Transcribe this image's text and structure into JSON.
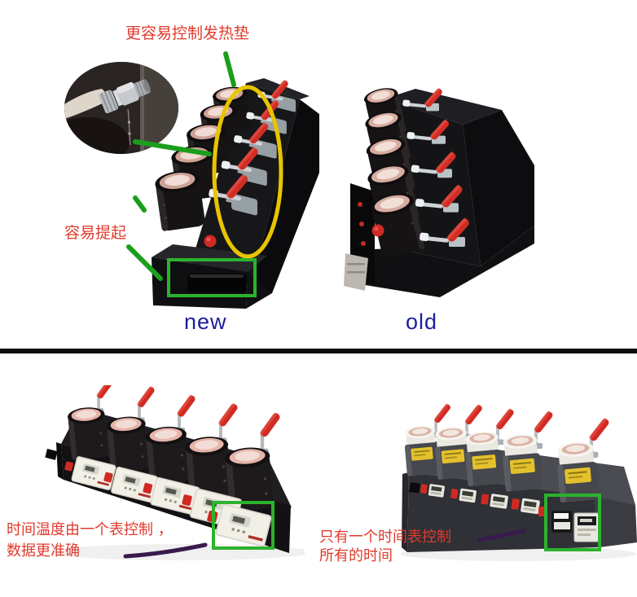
{
  "annotations": {
    "heat_pad_label": "更容易控制发热垫",
    "easy_lift_label": "容易提起",
    "new_machine_label": "new",
    "old_machine_label": "old",
    "bottom_left_line1": "时间温度由一个表控制 ，",
    "bottom_left_line2": "数据更准确",
    "bottom_right_line1": "只有一个时间表控制",
    "bottom_right_line2": "所有的时间"
  },
  "colors": {
    "annotation_red": "#e03a2c",
    "annotation_green": "#1b9e1b",
    "highlight_green": "#2cb32c",
    "ellipse_yellow": "#e9c400",
    "arrow_purple": "#381a4c",
    "label_blue": "#1d1d9c",
    "divider_black": "#0d0d0d"
  }
}
